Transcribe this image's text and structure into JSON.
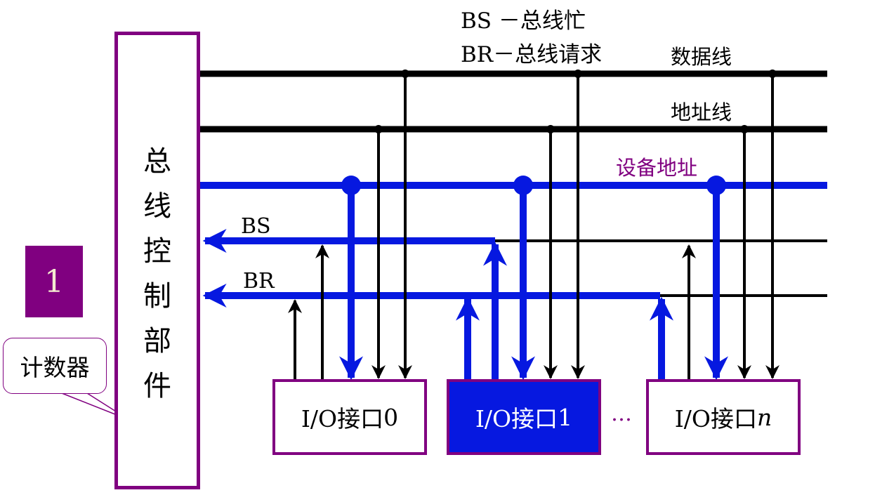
{
  "legend": {
    "line1": "BS －总线忙",
    "line2": "BR－总线请求"
  },
  "buses": {
    "data_bus_label": "数据线",
    "address_bus_label": "地址线",
    "device_address_label": "设备地址",
    "bs_label": "BS",
    "br_label": "BR"
  },
  "controller": {
    "chars": [
      "总",
      "线",
      "控",
      "制",
      "部",
      "件"
    ]
  },
  "badge": {
    "value": "1"
  },
  "callout": {
    "text": "计数器"
  },
  "io_interfaces": [
    {
      "prefix": "I/O接口",
      "index": "0",
      "active": false
    },
    {
      "prefix": "I/O接口",
      "index": "1",
      "active": true
    },
    {
      "prefix": "I/O接口",
      "index": "n",
      "active": false
    }
  ],
  "ellipsis": "…",
  "colors": {
    "purple": "#800080",
    "blue": "#0618e0",
    "black": "#000000"
  }
}
